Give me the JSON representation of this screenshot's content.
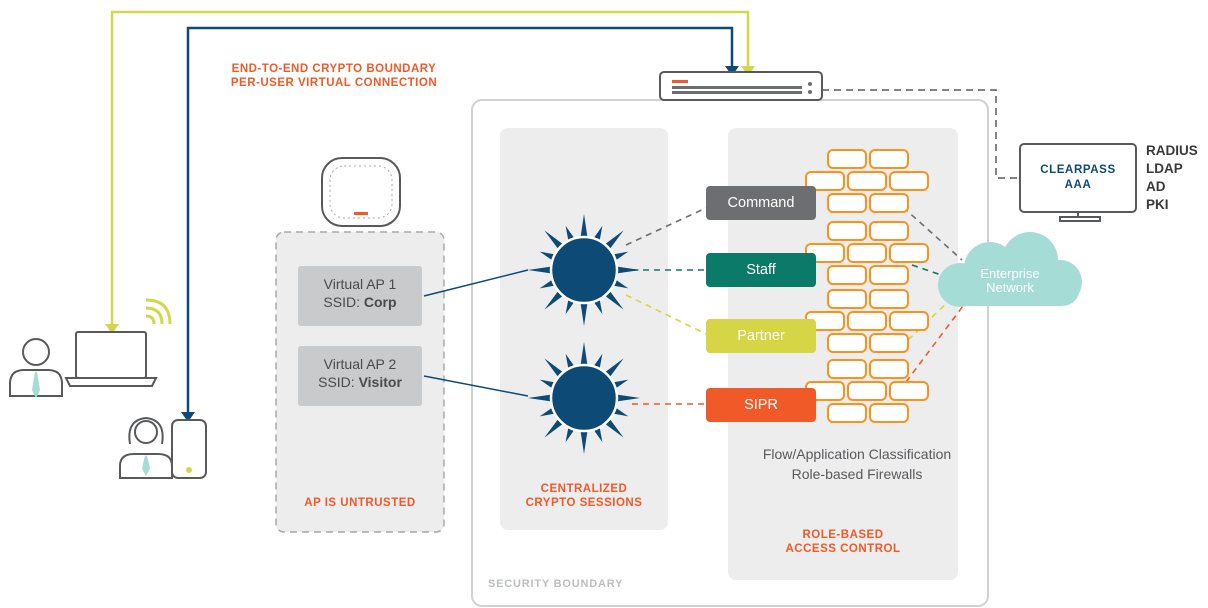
{
  "crypto_boundary": {
    "line1": "END-TO-END CRYPTO BOUNDARY",
    "line2": "PER-USER VIRTUAL CONNECTION"
  },
  "virtual_aps": [
    {
      "line1": "Virtual AP 1",
      "ssid_prefix": "SSID: ",
      "ssid": "Corp"
    },
    {
      "line1": "Virtual AP 2",
      "ssid_prefix": "SSID: ",
      "ssid": "Visitor"
    }
  ],
  "ap_label": "AP  IS UNTRUSTED",
  "crypto_sessions": {
    "line1": "CENTRALIZED",
    "line2": "CRYPTO SESSIONS"
  },
  "roles": [
    {
      "label": "Command",
      "color": "#6d6e71"
    },
    {
      "label": "Staff",
      "color": "#0b7a68"
    },
    {
      "label": "Partner",
      "color": "#d6d545"
    },
    {
      "label": "SIPR",
      "color": "#f05a28"
    }
  ],
  "classification": {
    "line1": "Flow/Application Classification",
    "line2": "Role-based Firewalls"
  },
  "rbac": {
    "line1": "ROLE-BASED",
    "line2": "ACCESS CONTROL"
  },
  "security_boundary": "SECURITY BOUNDARY",
  "cloud_label": {
    "line1": "Enterprise",
    "line2": "Network"
  },
  "clearpass": {
    "line1": "CLEARPASS",
    "line2": "AAA"
  },
  "auth_methods": [
    "RADIUS",
    "LDAP",
    "AD",
    "PKI"
  ],
  "colors": {
    "orange": "#f05a28",
    "navy": "#0d4a75",
    "lime": "#d3d84a",
    "teal_cloud": "#a6dcd6",
    "gray": "#6d6e71"
  }
}
